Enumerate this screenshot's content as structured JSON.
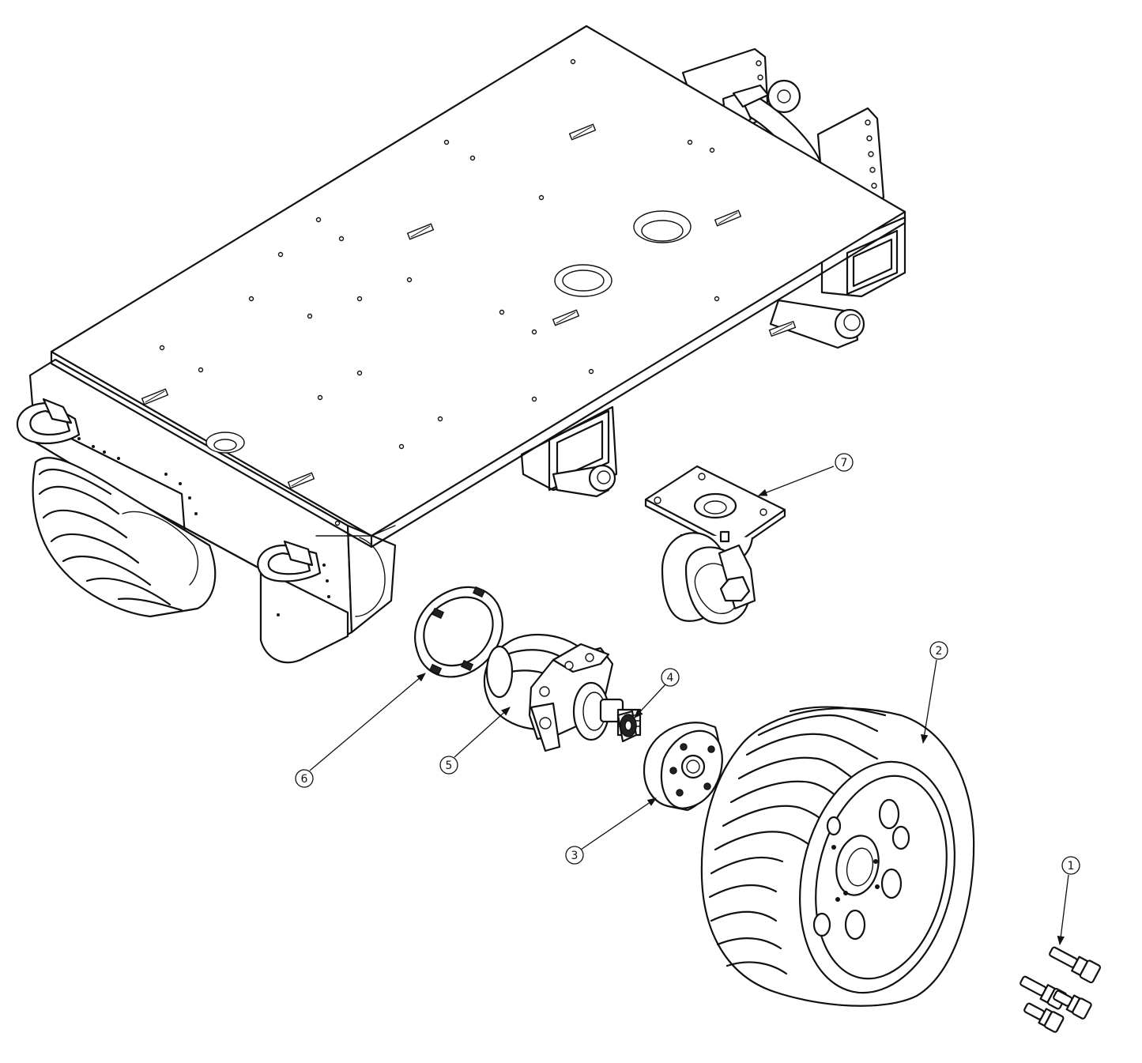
{
  "diagram": {
    "type": "exploded-assembly",
    "callouts": [
      {
        "id": "callout-1",
        "label": "1"
      },
      {
        "id": "callout-2",
        "label": "2"
      },
      {
        "id": "callout-3",
        "label": "3"
      },
      {
        "id": "callout-4",
        "label": "4"
      },
      {
        "id": "callout-5",
        "label": "5"
      },
      {
        "id": "callout-6",
        "label": "6"
      },
      {
        "id": "callout-7",
        "label": "7"
      }
    ]
  }
}
